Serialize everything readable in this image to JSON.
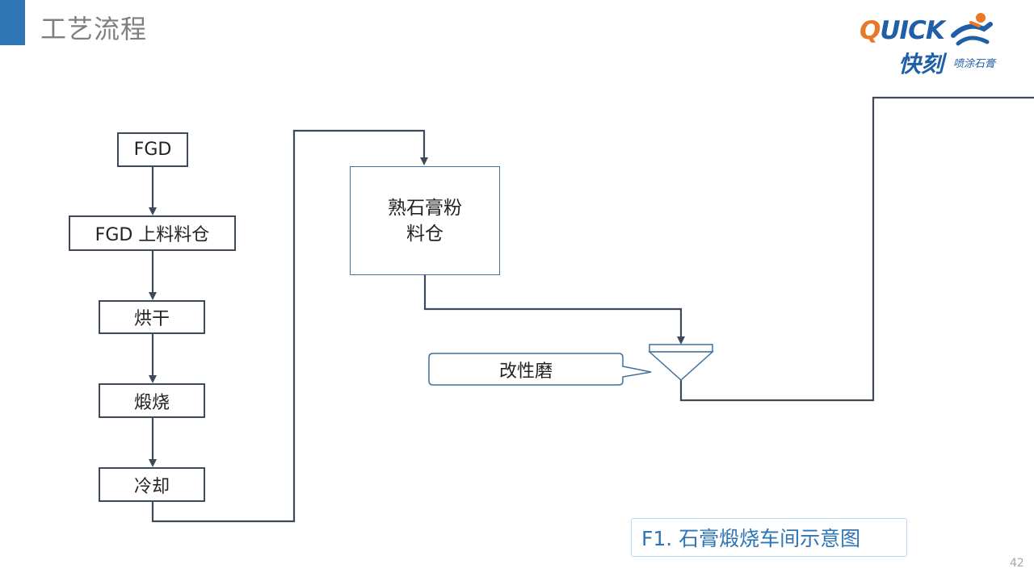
{
  "slide": {
    "title": "工艺流程",
    "page_number": "42"
  },
  "logo": {
    "brand_text": "QUICK",
    "brand_first_letter": "Q",
    "brand_rest": "UICK",
    "chinese_name": "快刻",
    "subtitle": "喷涂石膏"
  },
  "flow": {
    "left_steps": [
      "FGD",
      "FGD 上料料仓",
      "烘干",
      "煅烧",
      "冷却"
    ],
    "silo_label": "熟石膏粉\n料仓",
    "mill_callout": "改性磨"
  },
  "caption": "F1. 石膏煅烧车间示意图",
  "colors": {
    "accent": "#2e75b6",
    "line": "#3e4a5a",
    "caption_text": "#2e75b6"
  }
}
